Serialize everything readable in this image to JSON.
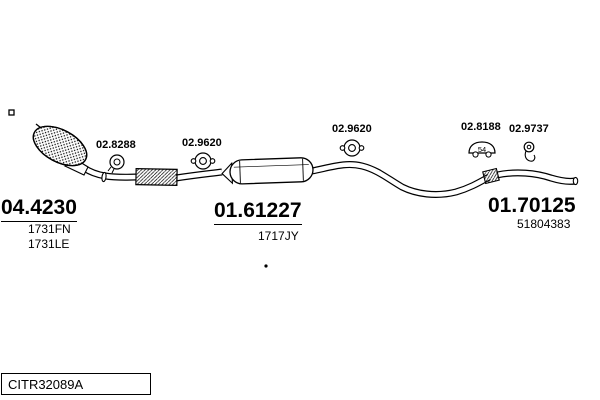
{
  "parts": {
    "cat": {
      "code": "04.4230",
      "sub1": "1731FN",
      "sub2": "1731LE"
    },
    "middle": {
      "code": "01.61227",
      "sub1": "1717JY"
    },
    "rear": {
      "code": "01.70125",
      "sub1": "51804383"
    },
    "clamp": {
      "code": "02.8288"
    },
    "gasket_front": {
      "code": "02.9620"
    },
    "gasket_mid": {
      "code": "02.9620"
    },
    "mount": {
      "code": "02.8188",
      "badge": "54"
    },
    "hanger": {
      "code": "02.9737"
    }
  },
  "footer": {
    "code": "CITR32089A"
  },
  "colors": {
    "ink": "#000000",
    "background": "#ffffff"
  }
}
